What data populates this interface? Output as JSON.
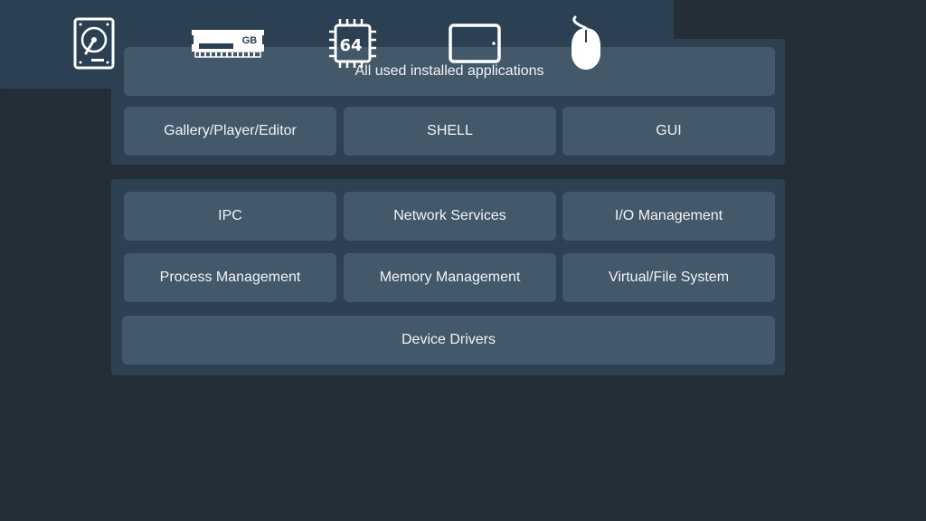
{
  "apps_layer": {
    "top": "All used installed applications",
    "row": [
      "Gallery/Player/Editor",
      "SHELL",
      "GUI"
    ]
  },
  "kernel_layer": {
    "row1": [
      "IPC",
      "Network Services",
      "I/O Management"
    ],
    "row2": [
      "Process Management",
      "Memory Management",
      "Virtual/File System"
    ],
    "drivers": "Device Drivers"
  },
  "hardware_layer": {
    "icons": [
      "hard-drive-icon",
      "ram-module-icon",
      "cpu-chip-icon",
      "tablet-icon",
      "mouse-icon"
    ],
    "ram_label": "GB",
    "cpu_label": "64"
  },
  "colors": {
    "background": "#232e36",
    "layer": "#2d4153",
    "box": "#435869",
    "text": "#f2f4f6"
  }
}
